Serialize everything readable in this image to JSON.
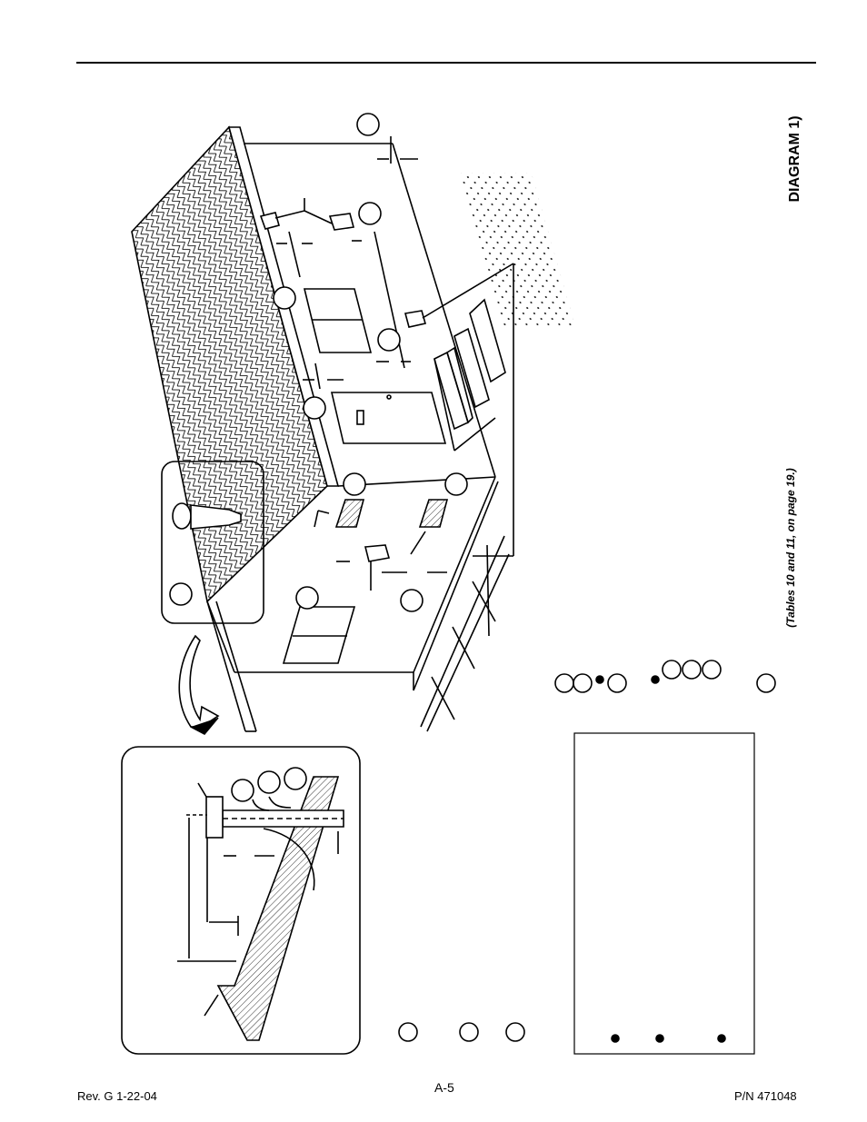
{
  "diagram": {
    "title": "DIAGRAM 1)",
    "note": "(Tables 10 and 11, on page 19.)"
  },
  "footer": {
    "revision": "Rev. G  1-22-04",
    "page_number": "A-5",
    "part_number": "P/N  471048"
  },
  "colors": {
    "line": "#000000",
    "background": "#ffffff"
  }
}
